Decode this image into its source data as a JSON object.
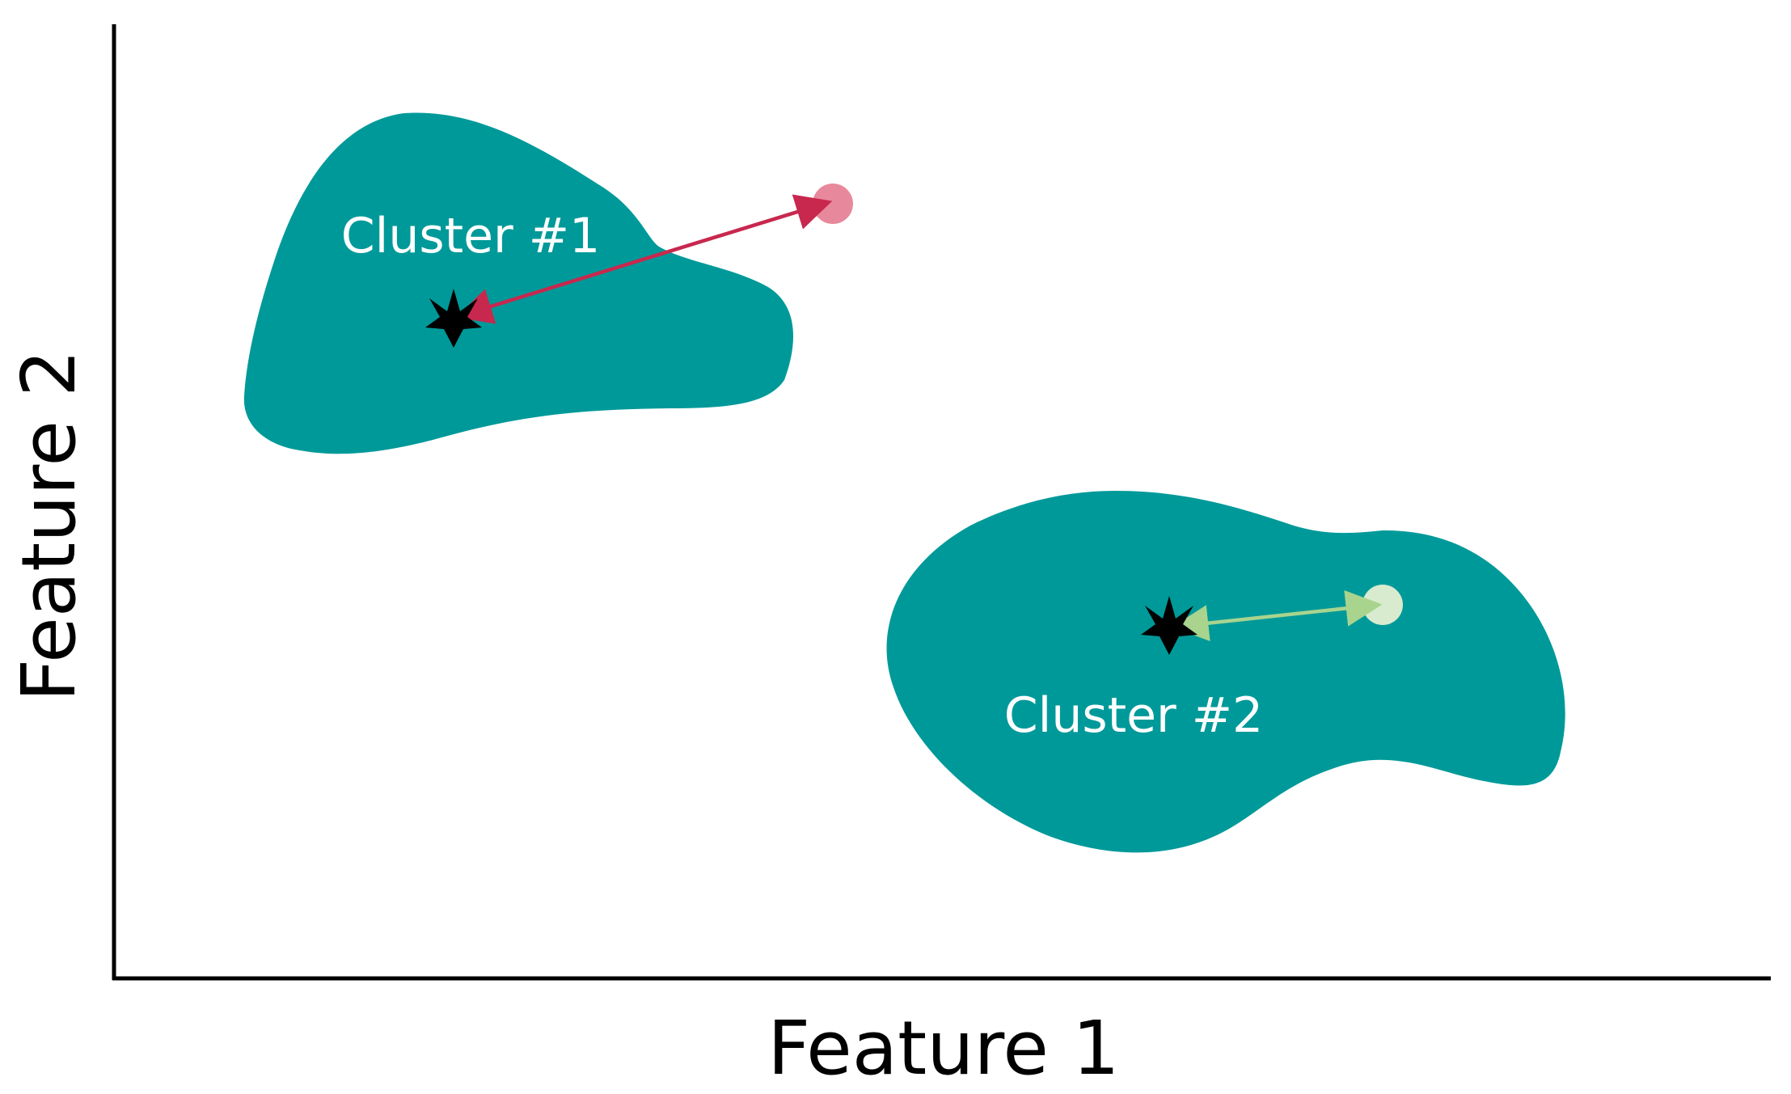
{
  "axes": {
    "x_label": "Feature 1",
    "y_label": "Feature 2"
  },
  "clusters": [
    {
      "label": "Cluster #1",
      "color": "#009999",
      "centroid_icon": "star-icon",
      "point_color": "#e8889c",
      "arrow_color": "#c8284e"
    },
    {
      "label": "Cluster #2",
      "color": "#009999",
      "centroid_icon": "star-icon",
      "point_color": "#d9ebcf",
      "arrow_color": "#a8d48e"
    }
  ],
  "colors": {
    "axis": "#000000",
    "background": "#ffffff",
    "cluster_fill": "#009999",
    "label_text": "#ffffff"
  }
}
